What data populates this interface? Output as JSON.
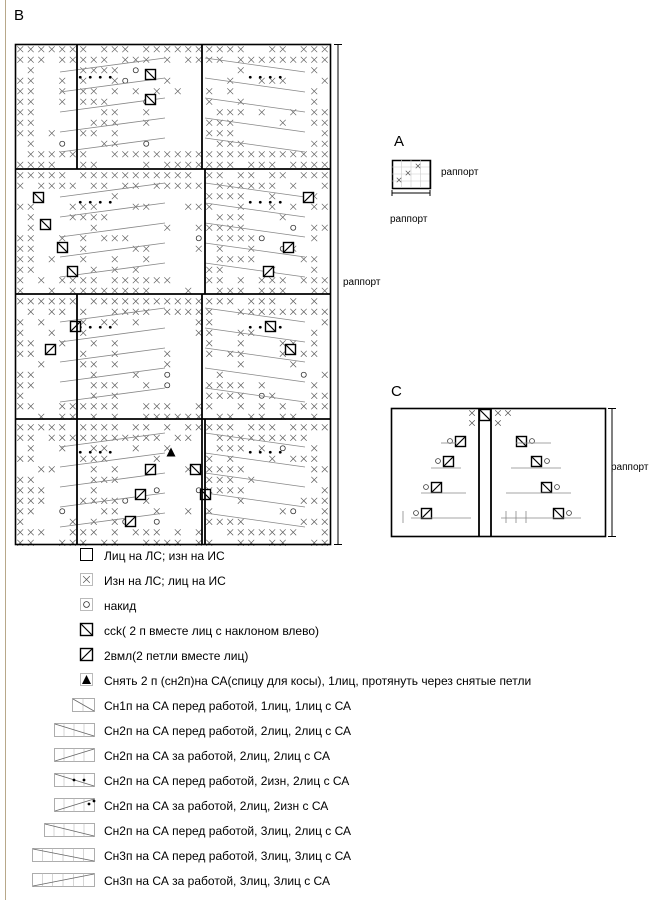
{
  "diagram_labels": {
    "chart_b": "B",
    "chart_a": "A",
    "chart_c": "C",
    "rapport": "раппорт"
  },
  "legend": [
    {
      "icon": "knit-square-icon",
      "text": "Лиц на ЛС; изн на ИС"
    },
    {
      "icon": "purl-cross-icon",
      "text": "Изн на ЛС; лиц на ИС"
    },
    {
      "icon": "yarn-over-circle-icon",
      "text": "накид"
    },
    {
      "icon": "ssk-left-slant-icon",
      "text": "ссk( 2 п вместе лиц с наклоном влево)"
    },
    {
      "icon": "k2tog-right-slant-icon",
      "text": "2вмл(2 петли вместе лиц)"
    },
    {
      "icon": "double-decrease-triangle-icon",
      "text": "Снять 2 п (сн2п)на СА(спицу для косы), 1лиц, протянуть через снятые петли"
    },
    {
      "icon": "cable-1x1-front-icon",
      "text": "Сн1п на СА перед работой, 1лиц, 1лиц с СА"
    },
    {
      "icon": "cable-2x2-front-icon",
      "text": "Сн2п на СА перед работой, 2лиц, 2лиц с СА"
    },
    {
      "icon": "cable-2x2-back-icon",
      "text": "Сн2п на СА за работой, 2лиц, 2лиц с СА"
    },
    {
      "icon": "cable-2x2-front-purl-icon",
      "text": "Сн2п на СА перед работой, 2изн, 2лиц с СА"
    },
    {
      "icon": "cable-2x2-back-purl-icon",
      "text": "Сн2п на СА за работой, 2лиц, 2изн с СА"
    },
    {
      "icon": "cable-3x2-front-icon",
      "text": "Сн2п на СА перед работой, 3лиц, 2лиц с СА"
    },
    {
      "icon": "cable-3x3-front-icon",
      "text": "Сн3п на СА перед работой, 3лиц, 3лиц с СА"
    },
    {
      "icon": "cable-3x3-back-icon",
      "text": "Сн3п на СА за работой, 3лиц, 3лиц с СА"
    }
  ]
}
